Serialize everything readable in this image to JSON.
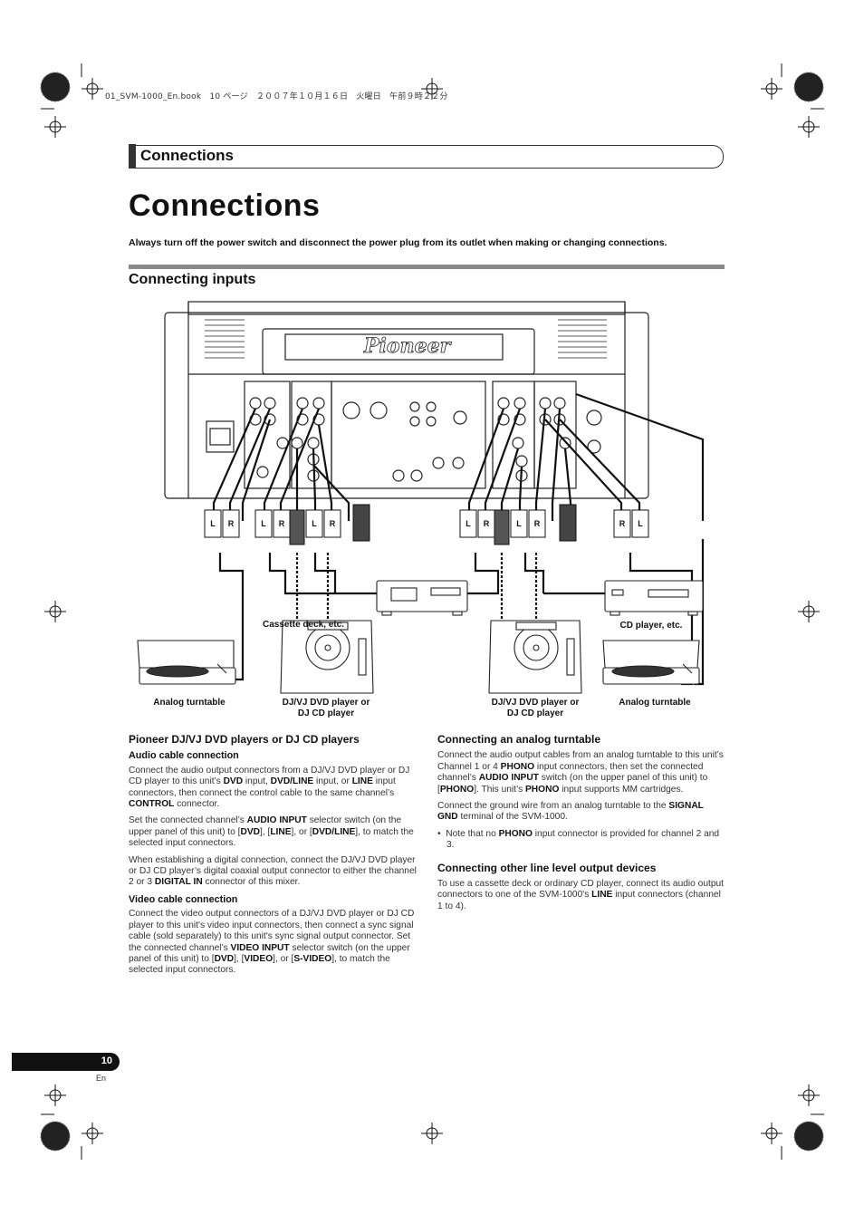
{
  "print_header": "01_SVM-1000_En.book　10 ページ　２００７年１０月１６日　火曜日　午前９時２２分",
  "section_tab": "Connections",
  "page_title": "Connections",
  "warning": "Always turn off the power switch and disconnect the power plug from its outlet when making or changing connections.",
  "subsection_title": "Connecting inputs",
  "diagram": {
    "brand_logo": "Pioneer",
    "captions": {
      "cassette": "Cassette deck, etc.",
      "cd": "CD player, etc.",
      "turntable_left": "Analog turntable",
      "player_left_1": "DJ/VJ DVD player or",
      "player_left_2": "DJ CD player",
      "player_right_1": "DJ/VJ DVD player or",
      "player_right_2": "DJ CD player",
      "turntable_right": "Analog turntable"
    },
    "plug_labels": {
      "left": "L",
      "right": "R"
    }
  },
  "left_col": {
    "heading": "Pioneer DJ/VJ DVD players or DJ CD players",
    "audio_heading": "Audio cable connection",
    "audio_p1_a": "Connect the audio output connectors from a DJ/VJ DVD player or DJ CD player to this unit’s ",
    "audio_p1_b1": "DVD",
    "audio_p1_c": " input, ",
    "audio_p1_b2": "DVD/LINE",
    "audio_p1_d": " input, or ",
    "audio_p1_b3": "LINE",
    "audio_p1_e": " input connectors, then connect the control cable to the same channel’s ",
    "audio_p1_b4": "CONTROL",
    "audio_p1_f": " connector.",
    "audio_p2_a": "Set the connected channel’s ",
    "audio_p2_b1": "AUDIO INPUT",
    "audio_p2_c": " selector switch (on the upper panel of this unit) to [",
    "audio_p2_b2": "DVD",
    "audio_p2_d": "], [",
    "audio_p2_b3": "LINE",
    "audio_p2_e": "], or [",
    "audio_p2_b4": "DVD/LINE",
    "audio_p2_f": "], to match the selected input connectors.",
    "audio_p3_a": "When establishing a digital connection, connect the DJ/VJ DVD player or DJ CD player’s digital coaxial output connector to either the channel 2 or 3 ",
    "audio_p3_b1": "DIGITAL IN",
    "audio_p3_c": " connector of this mixer.",
    "video_heading": "Video cable connection",
    "video_p1_a": "Connect the video output connectors of a DJ/VJ DVD player or DJ CD player to this unit's video input connectors, then connect a sync signal cable (sold separately) to this unit's sync signal output connector. Set the connected channel’s ",
    "video_p1_b1": "VIDEO INPUT",
    "video_p1_c": " selector switch (on the upper panel of this unit) to [",
    "video_p1_b2": "DVD",
    "video_p1_d": "], [",
    "video_p1_b3": "VIDEO",
    "video_p1_e": "], or [",
    "video_p1_b4": "S-VIDEO",
    "video_p1_f": "], to match the selected input connectors."
  },
  "right_col": {
    "turntable_heading": "Connecting an analog turntable",
    "tt_p1_a": "Connect the audio output cables from an analog turntable to this unit’s Channel 1 or 4 ",
    "tt_p1_b1": "PHONO",
    "tt_p1_c": " input connectors, then set the connected channel’s ",
    "tt_p1_b2": "AUDIO INPUT",
    "tt_p1_d": " switch (on the upper panel of this unit) to [",
    "tt_p1_b3": "PHONO",
    "tt_p1_e": "]. This unit’s ",
    "tt_p1_b4": "PHONO",
    "tt_p1_f": " input supports MM cartridges.",
    "tt_p2_a": "Connect the ground wire from an analog turntable to the ",
    "tt_p2_b1": "SIGNAL GND",
    "tt_p2_c": " terminal of the SVM-1000.",
    "tt_note_bullet": "•",
    "tt_note_a": "Note that no ",
    "tt_note_b1": "PHONO",
    "tt_note_c": " input connector is provided for channel 2 and 3.",
    "line_heading": "Connecting other line level output devices",
    "line_p1_a": "To use a cassette deck or ordinary CD player, connect its audio output connectors to one of the SVM-1000's ",
    "line_p1_b1": "LINE",
    "line_p1_c": " input connectors (channel 1 to 4)."
  },
  "footer": {
    "page_number": "10",
    "language": "En"
  },
  "colors": {
    "text": "#1a1a1a",
    "rule": "#8a8a8a",
    "pill": "#111111"
  }
}
